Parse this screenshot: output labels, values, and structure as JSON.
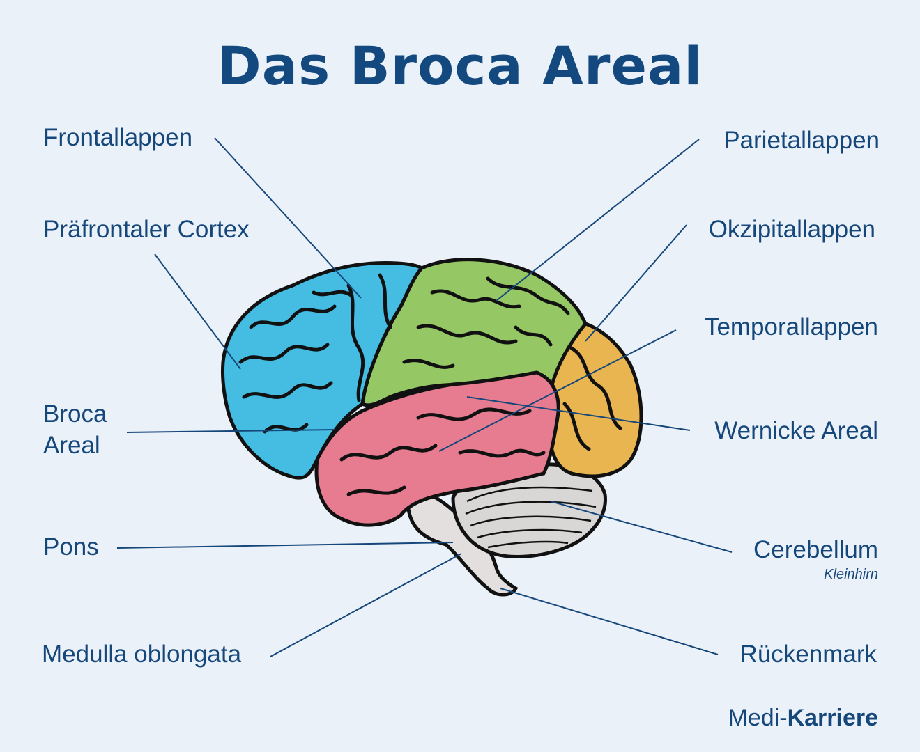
{
  "title": "Das Broca Areal",
  "labels": {
    "frontallappen": "Frontallappen",
    "praefrontaler_cortex": "Präfrontaler Cortex",
    "broca_line1": "Broca",
    "broca_line2": "Areal",
    "pons": "Pons",
    "medulla_oblongata": "Medulla oblongata",
    "parietallappen": "Parietallappen",
    "okzipitallappen": "Okzipitallappen",
    "temporallappen": "Temporallappen",
    "wernicke_areal": "Wernicke Areal",
    "cerebellum": "Cerebellum",
    "cerebellum_sub": "Kleinhirn",
    "rueckenmark": "Rückenmark"
  },
  "brand": {
    "part1": "Medi-",
    "part2": "Karriere"
  },
  "colors": {
    "frontal": "#45bde3",
    "parietal": "#95c765",
    "occipital": "#e8b551",
    "temporal": "#e77b8f",
    "cerebellum": "#d9d6d6",
    "stem": "#e3dfdf",
    "outline": "#111111",
    "leader": "#16477a"
  }
}
